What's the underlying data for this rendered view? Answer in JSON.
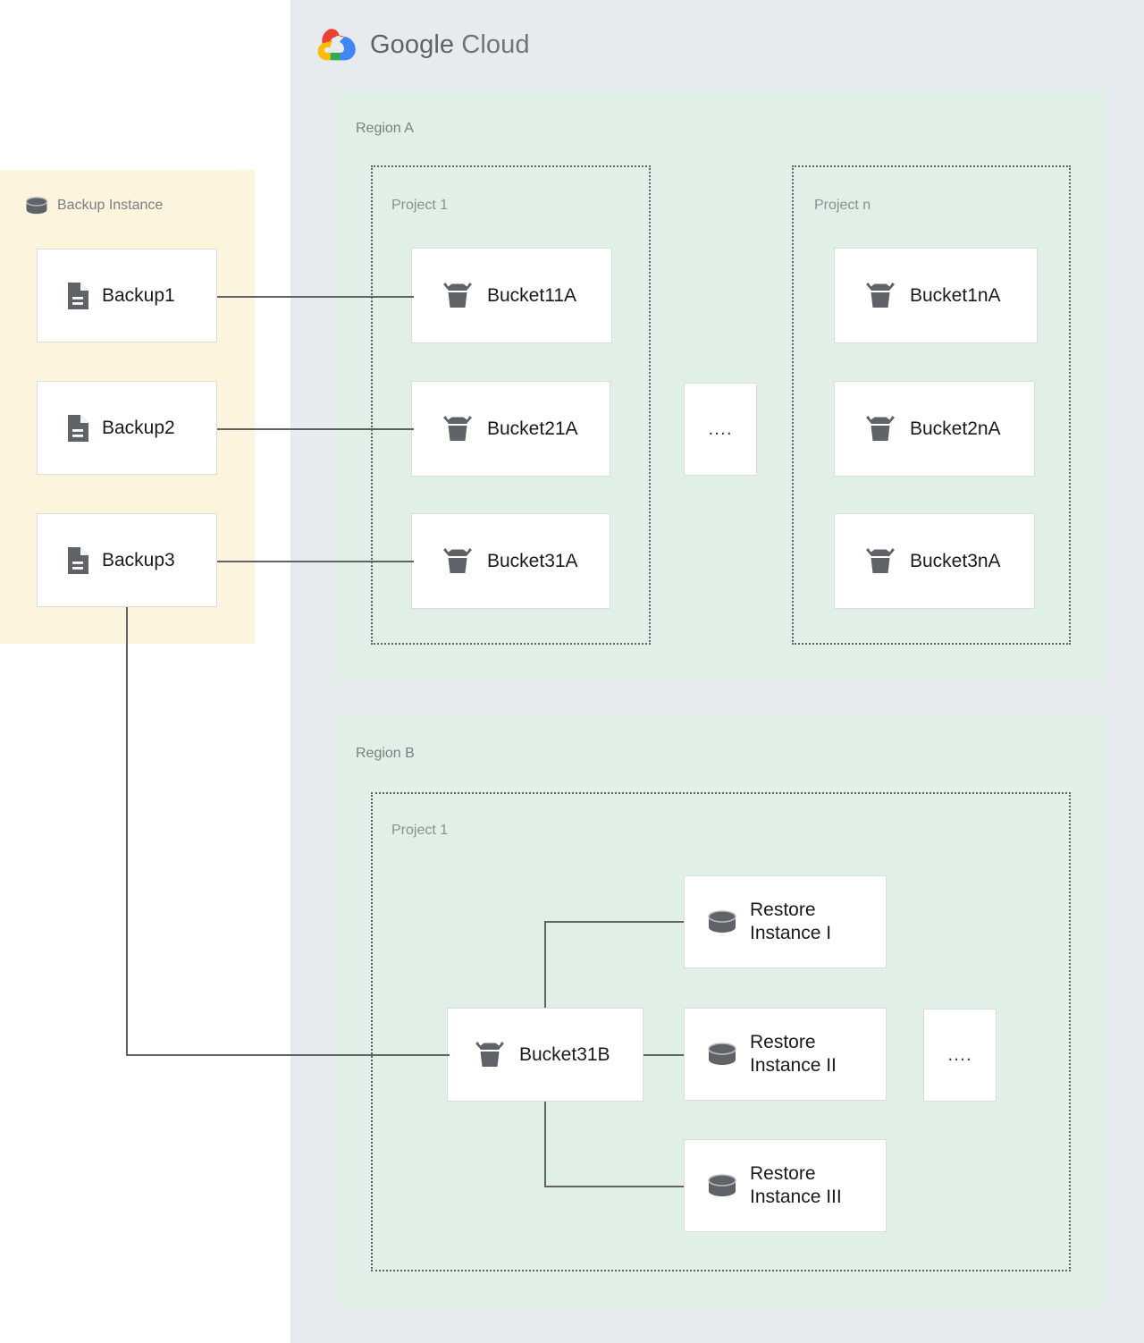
{
  "cloud": {
    "brand_word_1": "Google",
    "brand_word_2": "Cloud",
    "logo_colors": {
      "red": "#ea4335",
      "yellow": "#fbbc04",
      "green": "#34a853",
      "blue": "#4285f4"
    },
    "panel_color": "#e8ebee"
  },
  "backup_instance": {
    "title": "Backup Instance",
    "panel_color": "#fdf4dd",
    "icon": "database-cylinder-icon",
    "items": [
      {
        "label": "Backup1",
        "icon": "document-icon"
      },
      {
        "label": "Backup2",
        "icon": "document-icon"
      },
      {
        "label": "Backup3",
        "icon": "document-icon"
      }
    ]
  },
  "regions": [
    {
      "name": "Region A",
      "color": "#e0f0e6",
      "projects": [
        {
          "name": "Project 1",
          "items": [
            {
              "label": "Bucket11A",
              "icon": "storage-bucket-icon"
            },
            {
              "label": "Bucket21A",
              "icon": "storage-bucket-icon"
            },
            {
              "label": "Bucket31A",
              "icon": "storage-bucket-icon"
            }
          ]
        },
        {
          "name": "Project n",
          "items": [
            {
              "label": "Bucket1nA",
              "icon": "storage-bucket-icon"
            },
            {
              "label": "Bucket2nA",
              "icon": "storage-bucket-icon"
            },
            {
              "label": "Bucket3nA",
              "icon": "storage-bucket-icon"
            }
          ]
        }
      ],
      "ellipsis": "...."
    },
    {
      "name": "Region B",
      "color": "#e0f0e6",
      "projects": [
        {
          "name": "Project 1",
          "items": [
            {
              "label": "Bucket31B",
              "icon": "storage-bucket-icon"
            },
            {
              "label": "Restore\nInstance I",
              "icon": "database-cylinder-icon"
            },
            {
              "label": "Restore\nInstance II",
              "icon": "database-cylinder-icon"
            },
            {
              "label": "Restore\nInstance III",
              "icon": "database-cylinder-icon"
            }
          ]
        }
      ],
      "ellipsis": "...."
    }
  ],
  "connector_color": "#5f6368"
}
